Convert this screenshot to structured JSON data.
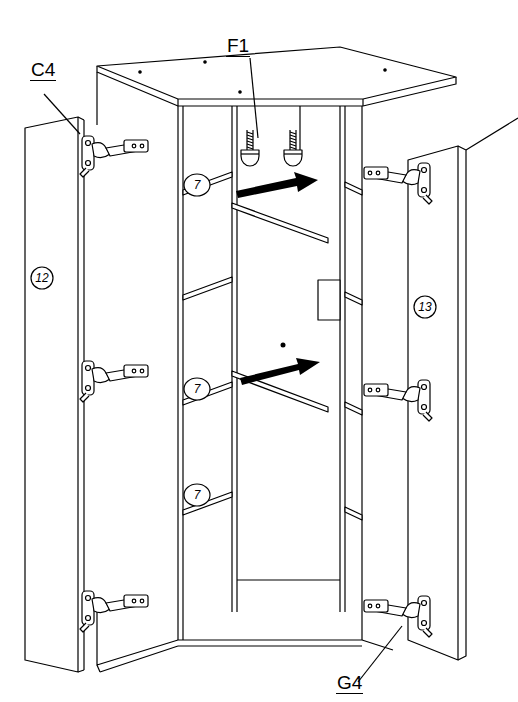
{
  "diagram": {
    "labels": [
      "C4",
      "F1",
      "7",
      "7",
      "7",
      "12",
      "13",
      "G4"
    ]
  }
}
